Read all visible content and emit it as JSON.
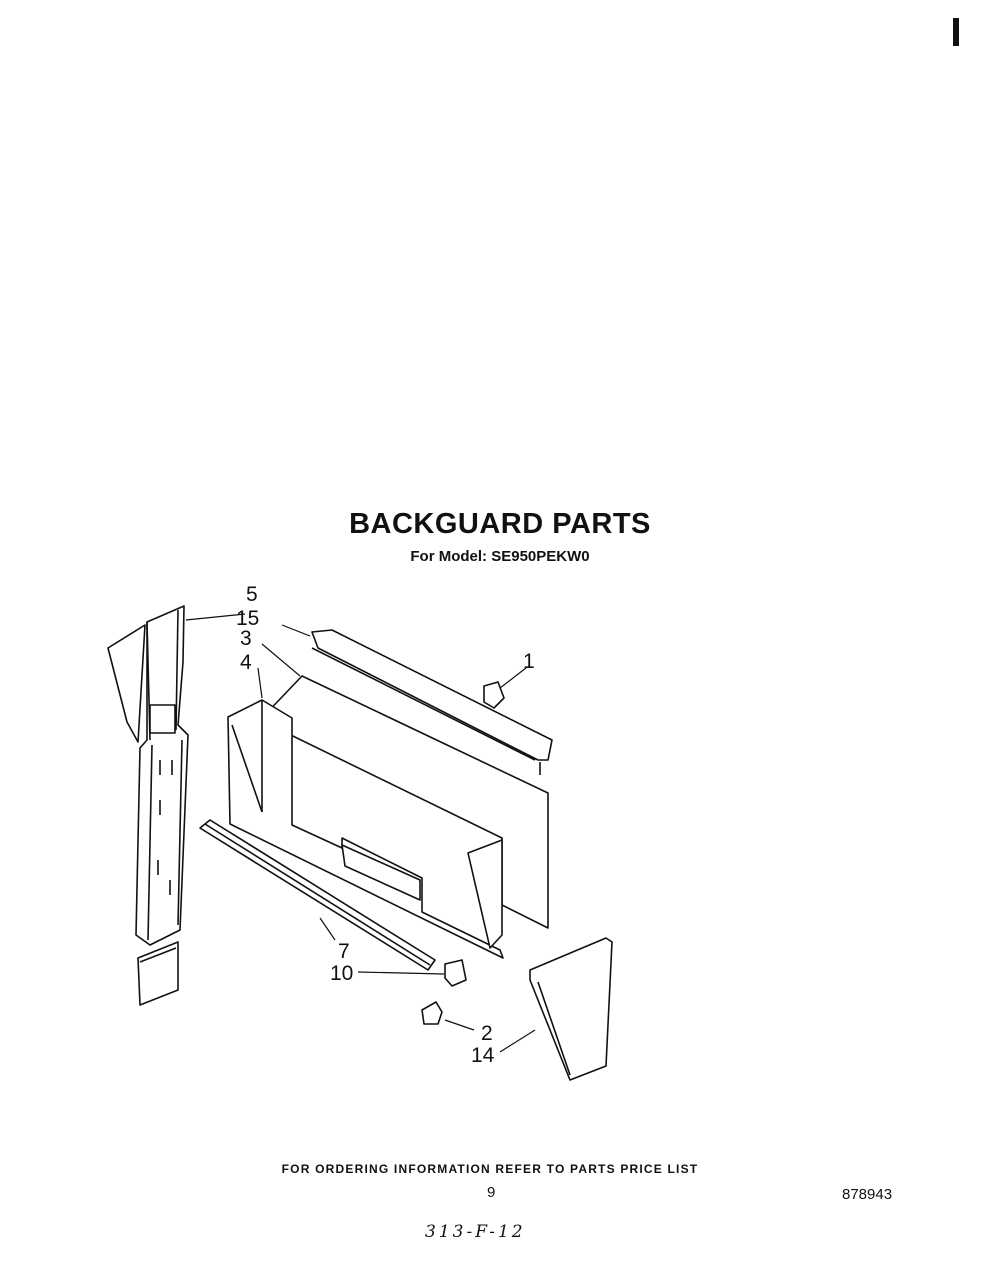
{
  "header": {
    "title": "BACKGUARD PARTS",
    "subtitle": "For Model: SE950PEKW0"
  },
  "callouts": {
    "c5": "5",
    "c15": "15",
    "c3": "3",
    "c4": "4",
    "c1": "1",
    "c7": "7",
    "c10": "10",
    "c2": "2",
    "c14": "14"
  },
  "footer": {
    "ordering_note": "FOR ORDERING INFORMATION REFER TO PARTS PRICE LIST",
    "page_number": "9",
    "document_number": "878943",
    "handwritten_code": "313-F-12"
  }
}
